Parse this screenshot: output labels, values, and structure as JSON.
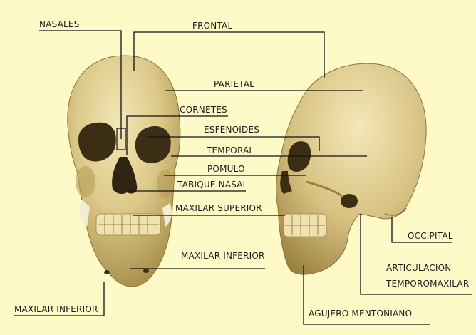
{
  "labels": {
    "nasales": "NASALES",
    "frontal": "FRONTAL",
    "parietal": "PARIETAL",
    "cornetes": "CORNETES",
    "esfenoides": "ESFENOIDES",
    "temporal": "TEMPORAL",
    "pomulo": "POMULO",
    "tabique_nasal": "TABIQUE NASAL",
    "maxilar_superior": "MAXILAR SUPERIOR",
    "maxilar_inferior_center": "MAXILAR INFERIOR",
    "maxilar_inferior_left": "MAXILAR INFERIOR",
    "occipital": "OCCIPITAL",
    "articulacion_line1": "ARTICULACION",
    "articulacion_line2": "TEMPOROMAXILAR",
    "agujero_mentoniano": "AGUJERO MENTONIANO"
  },
  "colors": {
    "background": "#fdfac8",
    "bone_light": "#e8d9a0",
    "bone_mid": "#cbb570",
    "bone_dark": "#8a7435",
    "cavity": "#2e2410"
  }
}
